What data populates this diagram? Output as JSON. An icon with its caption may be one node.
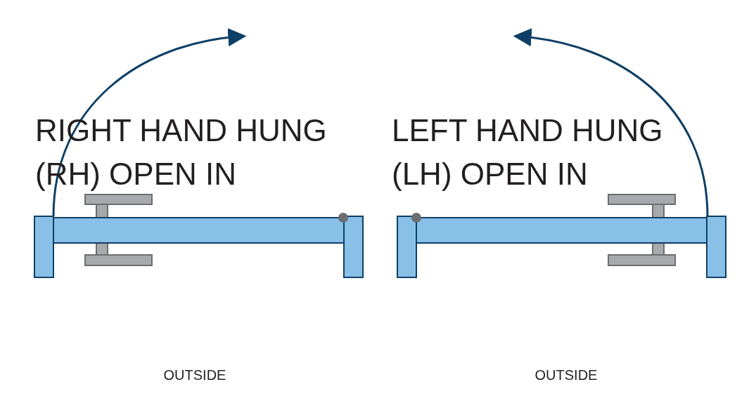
{
  "diagram": {
    "labels": [
      "RIGHT HAND HUNG (RH) OPEN IN",
      "LEFT HAND HUNG (LH) OPEN IN",
      "OUTSIDE",
      "OUTSIDE"
    ]
  }
}
